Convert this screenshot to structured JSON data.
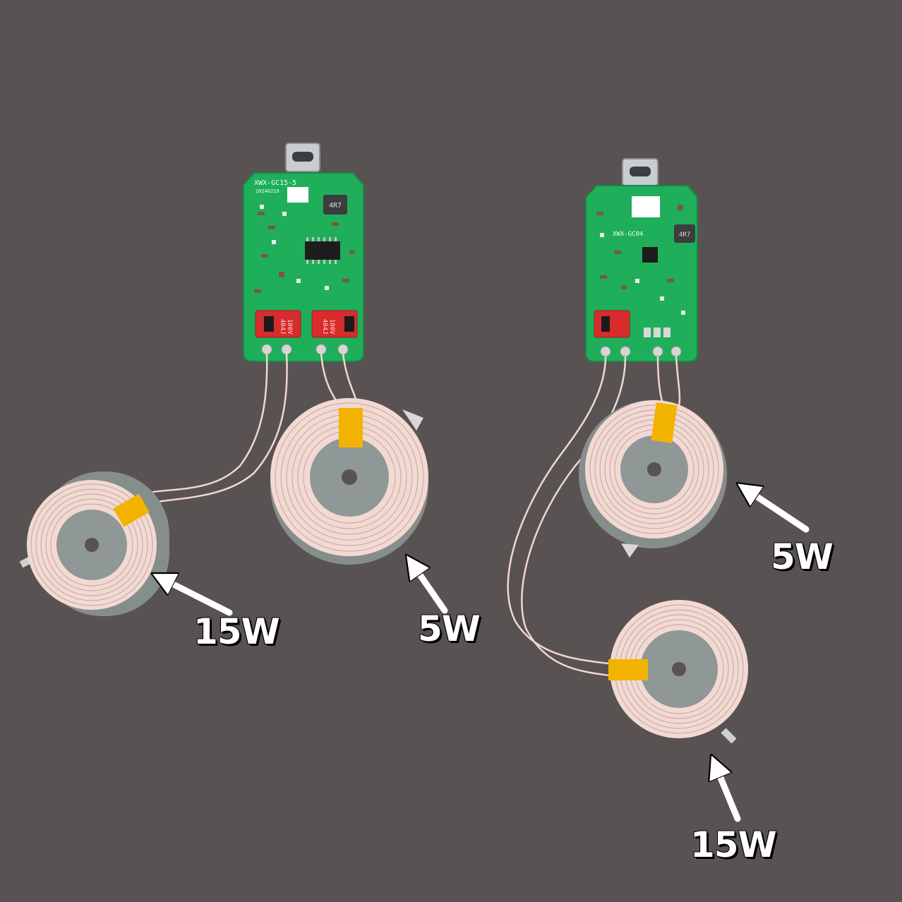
{
  "callouts": {
    "left_small_coil": "15W",
    "left_large_coil": "5W",
    "right_large_coil": "5W",
    "right_small_coil": "15W"
  },
  "board_left": {
    "model": "XWX-GC15-5",
    "date": "20240219",
    "inductor": "4R7",
    "cap1_code": "404J",
    "cap1_volt": "100V",
    "cap2_code": "404J",
    "cap2_volt": "100V"
  },
  "board_right": {
    "model": "XWX-GC04",
    "inductor": "4R7"
  },
  "colors": {
    "background": "#595252",
    "pcb": "#1fae5a",
    "coil_copper": "#f2d9d2",
    "ferrite": "#8f9896",
    "kapton_tape": "#f2b300",
    "capacitor": "#d82c2c"
  }
}
